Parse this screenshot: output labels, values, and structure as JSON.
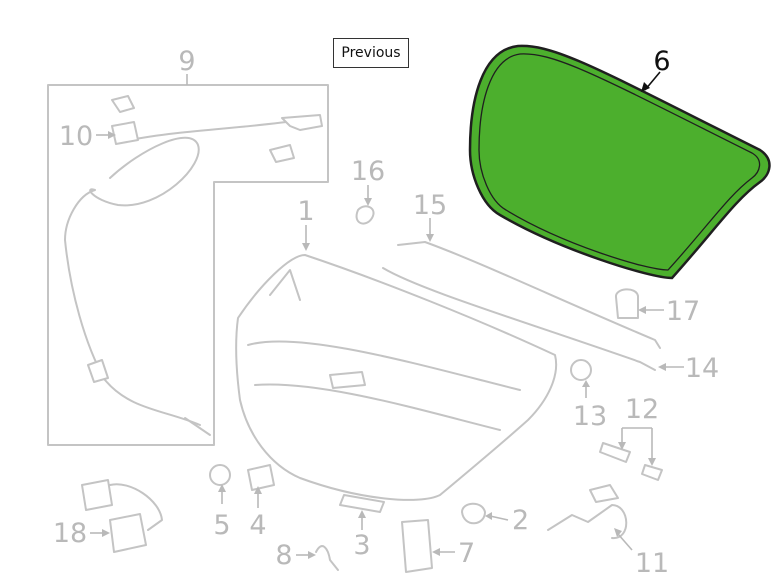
{
  "navigation": {
    "previous_label": "Previous"
  },
  "colors": {
    "highlight": "#4caf2d",
    "outline": "#c4c4c4",
    "callout": "#b9b9b9",
    "active_callout": "#111111"
  },
  "callouts": {
    "c1": "1",
    "c2": "2",
    "c3": "3",
    "c4": "4",
    "c5": "5",
    "c6": "6",
    "c7": "7",
    "c8": "8",
    "c9": "9",
    "c10": "10",
    "c11": "11",
    "c12": "12",
    "c13": "13",
    "c14": "14",
    "c15": "15",
    "c16": "16",
    "c17": "17",
    "c18": "18"
  },
  "highlighted_part": "6"
}
